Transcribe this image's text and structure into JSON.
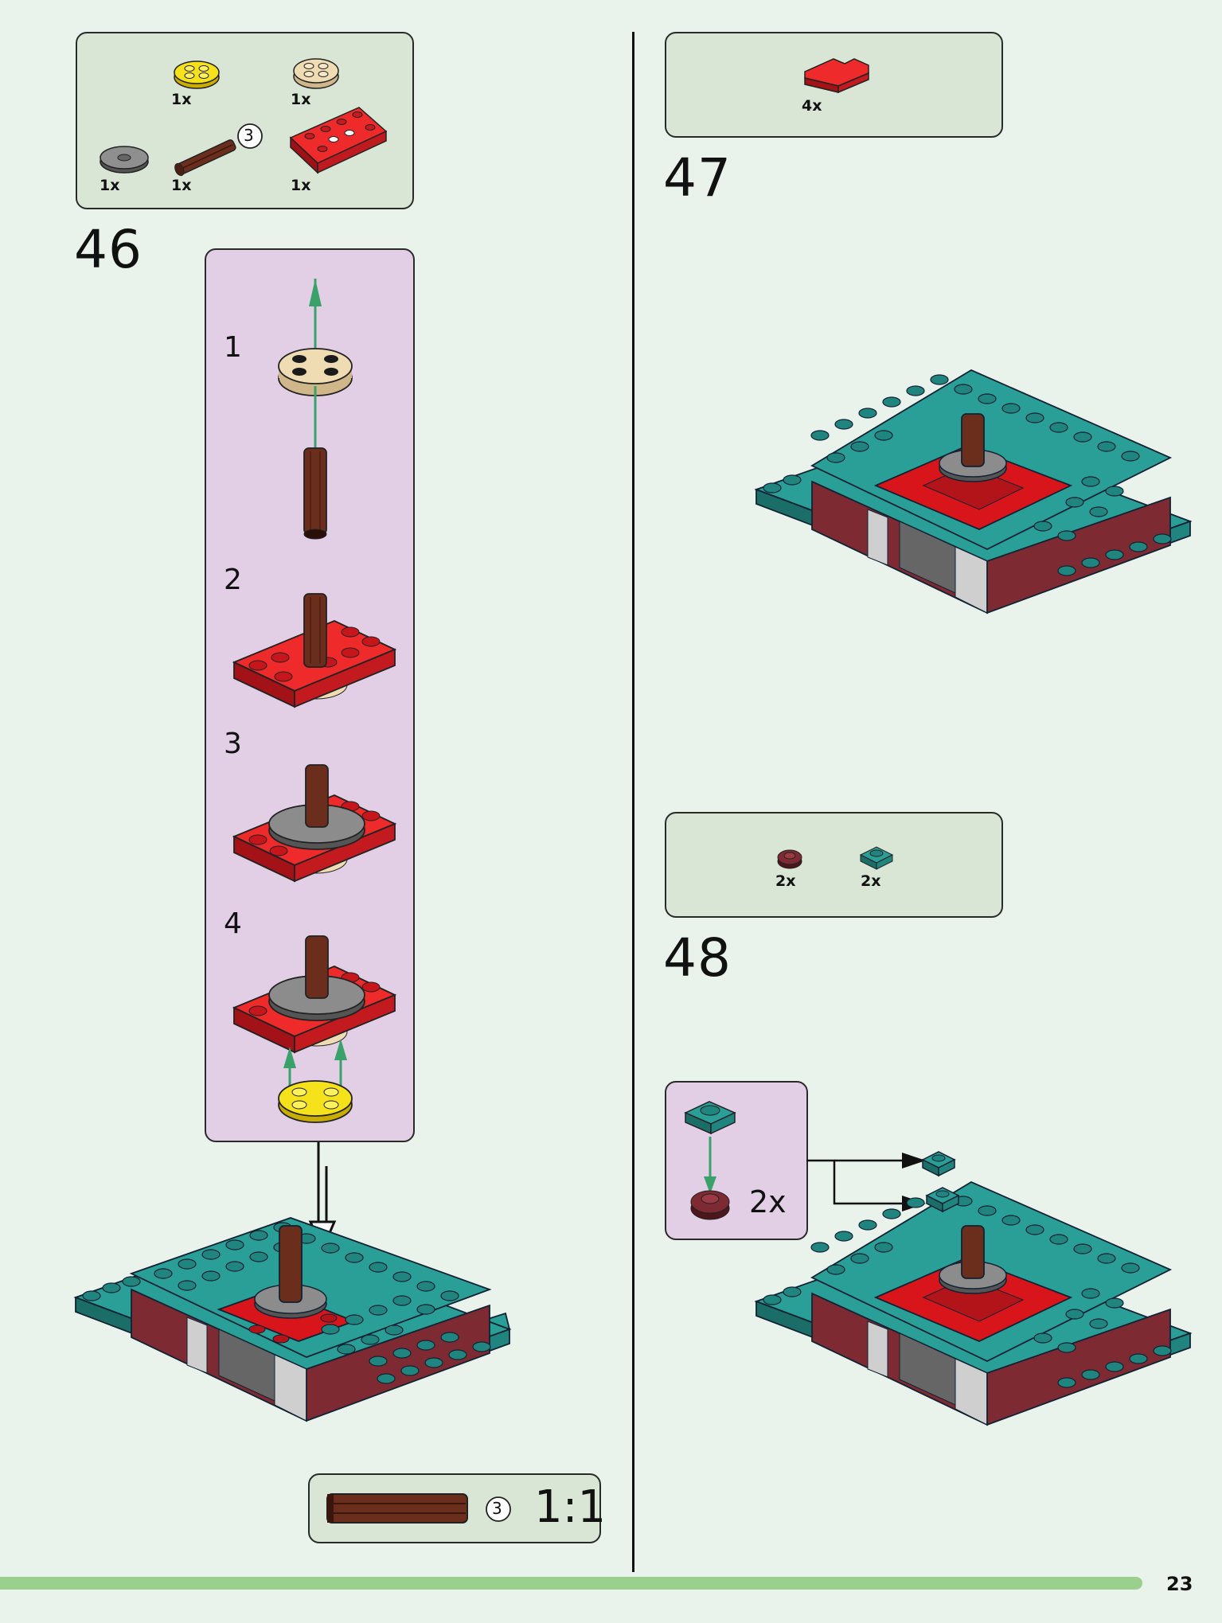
{
  "page_number": "23",
  "steps": [
    {
      "number": "46",
      "parts": [
        {
          "icon": "yellow-round-plate-icon",
          "qty": "1x"
        },
        {
          "icon": "tan-round-plate-icon",
          "qty": "1x"
        },
        {
          "icon": "gray-round-tile-icon",
          "qty": "1x"
        },
        {
          "icon": "brown-axle-3-icon",
          "qty": "1x",
          "length_callout": "3"
        },
        {
          "icon": "red-technic-plate-icon",
          "qty": "1x"
        }
      ],
      "substeps": [
        "1",
        "2",
        "3",
        "4"
      ],
      "scale_callout": {
        "length": "3",
        "ratio": "1:1"
      }
    },
    {
      "number": "47",
      "parts": [
        {
          "icon": "red-corner-plate-icon",
          "qty": "4x"
        }
      ]
    },
    {
      "number": "48",
      "parts": [
        {
          "icon": "dark-red-round-plate-icon",
          "qty": "2x"
        },
        {
          "icon": "teal-plate-1x1-icon",
          "qty": "2x"
        }
      ],
      "subassembly_qty": "2x"
    }
  ],
  "colors": {
    "page_background": "#e9f3eb",
    "parts_box": "#d9e6d5",
    "subassembly_box": "#e2cfe6",
    "teal_brick": "#2a9f97",
    "red_brick": "#d8151b",
    "dark_red_brick": "#7d2a33",
    "brown_axle": "#6b2e1c",
    "footer_bar": "#9bcf8d",
    "assembly_arrow": "#3aa16a"
  }
}
